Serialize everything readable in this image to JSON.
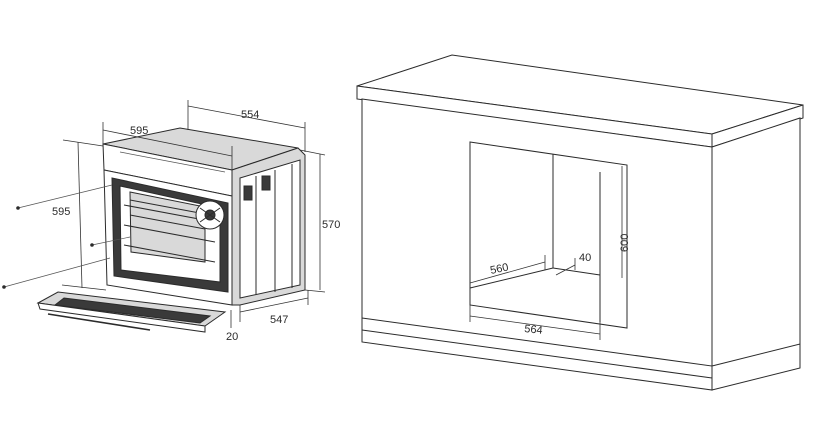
{
  "oven_dimensions": {
    "depth": "554",
    "front_width": "595",
    "front_height": "595",
    "body_height": "570",
    "body_depth": "547",
    "door_offset": "20"
  },
  "niche_dimensions": {
    "height": "600",
    "depth": "560",
    "width": "564",
    "gap": "40"
  }
}
